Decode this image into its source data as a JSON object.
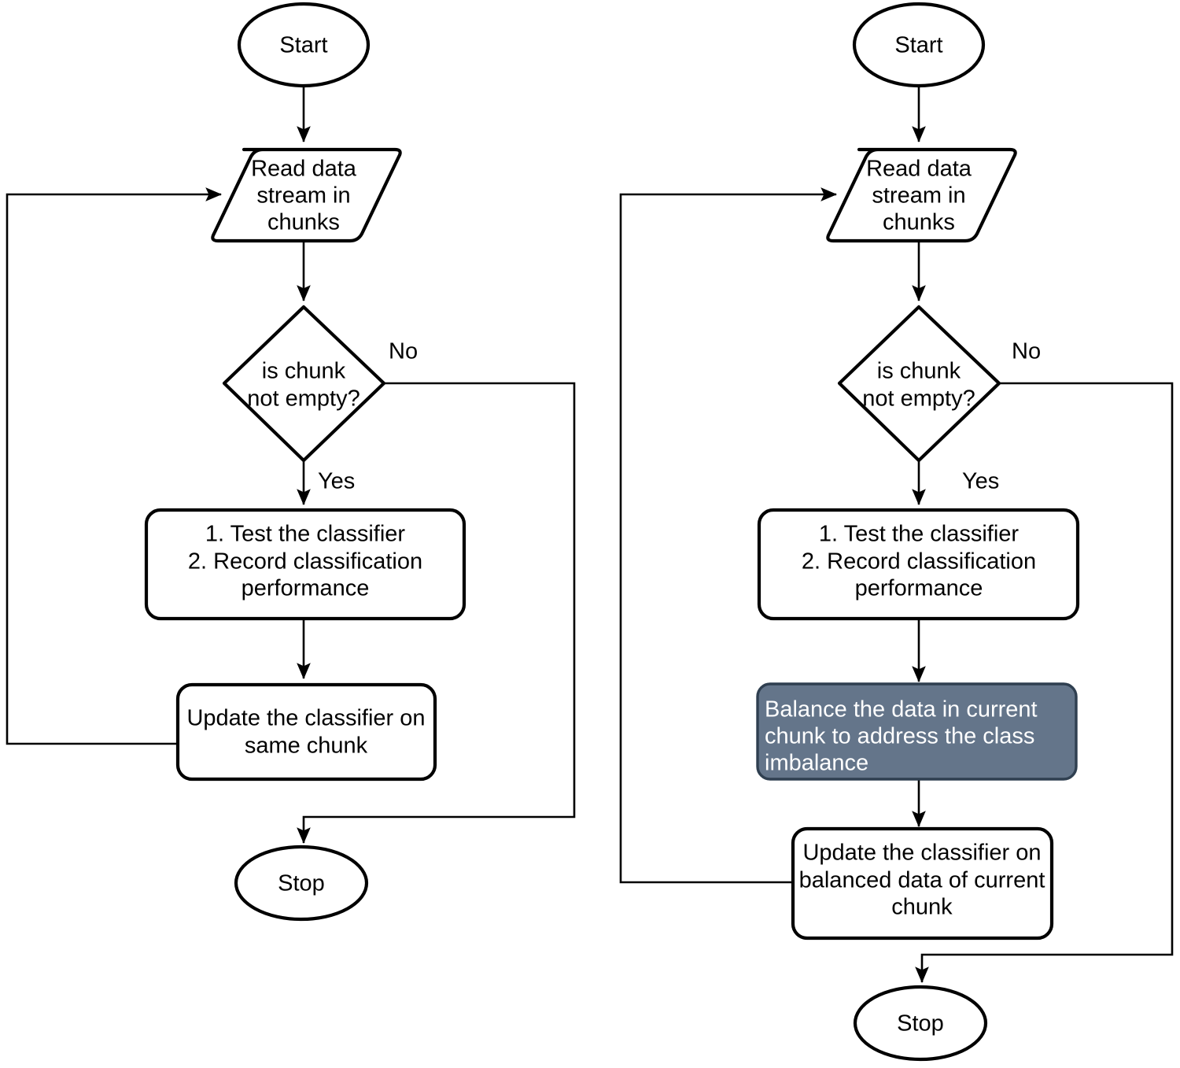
{
  "diagram": {
    "type": "flowchart",
    "title": "",
    "background_color": "#ffffff",
    "highlight_fill": "#64758a",
    "highlight_border": "#2f3f50",
    "highlight_text_color": "#ffffff",
    "line_color": "#000000",
    "panels": [
      {
        "id": "left",
        "name": "baseline-online-learning-flow",
        "nodes": [
          {
            "id": "l-start",
            "shape": "ellipse",
            "label": "Start"
          },
          {
            "id": "l-read",
            "shape": "parallelogram",
            "label": "Read data\nstream in\nchunks",
            "lines": [
              "Read data",
              "stream in",
              "chunks"
            ]
          },
          {
            "id": "l-decide",
            "shape": "diamond",
            "label": "is chunk\nnot empty?",
            "lines": [
              "is chunk",
              "not empty?"
            ]
          },
          {
            "id": "l-test",
            "shape": "rounded-rect",
            "label": "1. Test the classifier\n2. Record classification\nperformance",
            "lines": [
              "1. Test the classifier",
              "2. Record classification",
              "performance"
            ]
          },
          {
            "id": "l-update",
            "shape": "rounded-rect",
            "label": "Update the classifier on\nsame chunk",
            "lines": [
              "Update the classifier on",
              "same chunk"
            ]
          },
          {
            "id": "l-stop",
            "shape": "ellipse",
            "label": "Stop"
          }
        ],
        "edges": [
          {
            "from": "l-start",
            "to": "l-read",
            "label": ""
          },
          {
            "from": "l-read",
            "to": "l-decide",
            "label": ""
          },
          {
            "from": "l-decide",
            "to": "l-test",
            "label": "Yes"
          },
          {
            "from": "l-decide",
            "to": "l-stop",
            "label": "No"
          },
          {
            "from": "l-test",
            "to": "l-update",
            "label": ""
          },
          {
            "from": "l-update",
            "to": "l-read",
            "label": ""
          }
        ]
      },
      {
        "id": "right",
        "name": "balanced-online-learning-flow",
        "nodes": [
          {
            "id": "r-start",
            "shape": "ellipse",
            "label": "Start"
          },
          {
            "id": "r-read",
            "shape": "parallelogram",
            "label": "Read data\nstream in\nchunks",
            "lines": [
              "Read data",
              "stream in",
              "chunks"
            ]
          },
          {
            "id": "r-decide",
            "shape": "diamond",
            "label": "is chunk\nnot empty?",
            "lines": [
              "is chunk",
              "not empty?"
            ]
          },
          {
            "id": "r-test",
            "shape": "rounded-rect",
            "label": "1. Test the classifier\n2. Record classification\nperformance",
            "lines": [
              "1. Test the classifier",
              "2. Record classification",
              "performance"
            ]
          },
          {
            "id": "r-balance",
            "shape": "rounded-rect-highlight",
            "label": "Balance the data in current chunk to address the class imbalance",
            "lines": [
              "Balance the data in current",
              "chunk to address the class",
              "imbalance"
            ]
          },
          {
            "id": "r-update",
            "shape": "rounded-rect",
            "label": "Update the classifier on balanced data of current chunk",
            "lines": [
              "Update the classifier on",
              "balanced data of current",
              "chunk"
            ]
          },
          {
            "id": "r-stop",
            "shape": "ellipse",
            "label": "Stop"
          }
        ],
        "edges": [
          {
            "from": "r-start",
            "to": "r-read",
            "label": ""
          },
          {
            "from": "r-read",
            "to": "r-decide",
            "label": ""
          },
          {
            "from": "r-decide",
            "to": "r-test",
            "label": "Yes"
          },
          {
            "from": "r-decide",
            "to": "r-stop",
            "label": "No"
          },
          {
            "from": "r-test",
            "to": "r-balance",
            "label": ""
          },
          {
            "from": "r-balance",
            "to": "r-update",
            "label": ""
          },
          {
            "from": "r-update",
            "to": "r-read",
            "label": ""
          }
        ]
      }
    ]
  },
  "left": {
    "start": "Start",
    "read_l1": "Read data",
    "read_l2": "stream in",
    "read_l3": "chunks",
    "decide_l1": "is chunk",
    "decide_l2": "not empty?",
    "label_no": "No",
    "label_yes": "Yes",
    "test_l1": "1. Test the classifier",
    "test_l2": "2. Record classification",
    "test_l3": "performance",
    "update_l1": "Update the classifier on",
    "update_l2": "same chunk",
    "stop": "Stop"
  },
  "right": {
    "start": "Start",
    "read_l1": "Read data",
    "read_l2": "stream in",
    "read_l3": "chunks",
    "decide_l1": "is chunk",
    "decide_l2": "not empty?",
    "label_no": "No",
    "label_yes": "Yes",
    "test_l1": "1. Test the classifier",
    "test_l2": "2. Record classification",
    "test_l3": "performance",
    "balance_l1": "Balance the data in current",
    "balance_l2": "chunk to address the class",
    "balance_l3": "imbalance",
    "update_l1": "Update the classifier on",
    "update_l2": "balanced data of current",
    "update_l3": "chunk",
    "stop": "Stop"
  }
}
